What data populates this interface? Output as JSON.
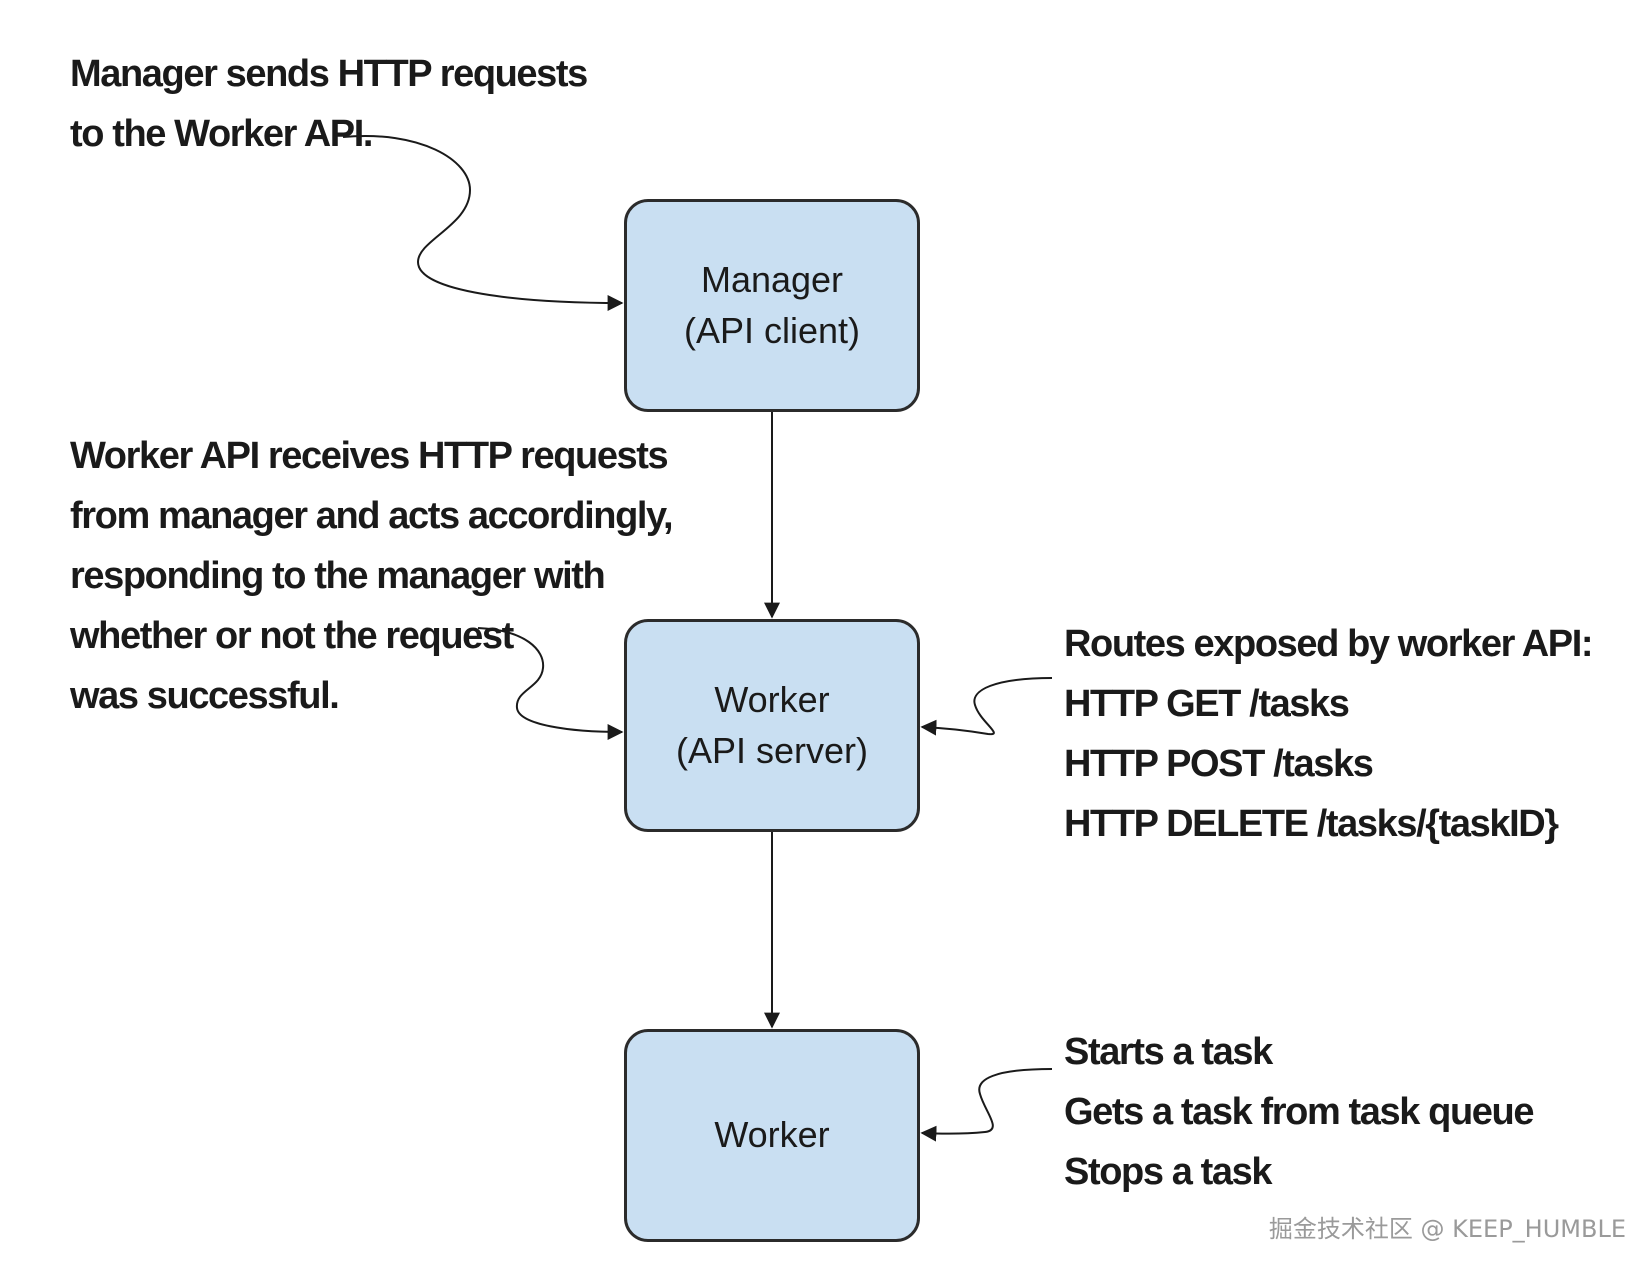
{
  "nodes": {
    "manager": {
      "lines": [
        "Manager",
        "(API client)"
      ]
    },
    "worker_api": {
      "lines": [
        "Worker",
        "(API server)"
      ]
    },
    "worker": {
      "lines": [
        "Worker"
      ]
    }
  },
  "annotations": {
    "manager_note": {
      "lines": [
        "Manager sends HTTP requests",
        "to the Worker API."
      ]
    },
    "worker_api_note": {
      "lines": [
        "Worker API receives HTTP requests",
        "from manager and acts accordingly,",
        "responding to the manager with",
        "whether or not the request",
        "was successful."
      ]
    },
    "routes_note": {
      "lines": [
        "Routes exposed by worker API:",
        "HTTP GET /tasks",
        "HTTP POST /tasks",
        "HTTP DELETE /tasks/{taskID}"
      ]
    },
    "worker_note": {
      "lines": [
        "Starts a task",
        "Gets a task from task queue",
        "Stops a task"
      ]
    }
  },
  "watermark": "掘金技术社区 @ KEEP_HUMBLE",
  "colors": {
    "node_fill": "#c9dff2",
    "node_border": "#2b2b2b",
    "text": "#1a1a1a",
    "watermark": "#9a9a9a"
  }
}
